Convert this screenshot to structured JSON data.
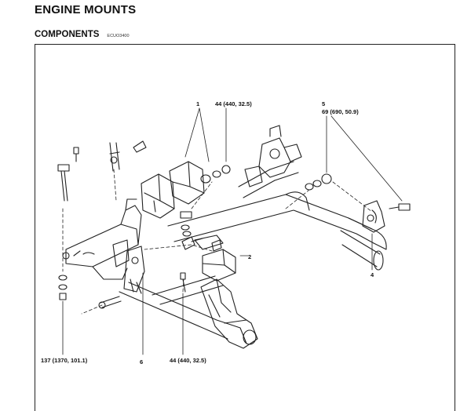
{
  "header": {
    "title": "ENGINE MOUNTS",
    "section": "COMPONENTS",
    "code": "ECUO3400"
  },
  "callouts": {
    "c1_num": "1",
    "c1_torque": "44 (440, 32.5)",
    "c5_num": "5",
    "c5_torque": "69 (690, 50.9)",
    "c2_num": "2",
    "c4_num": "4",
    "c6_num": "6",
    "left_torque": "137 (1370, 101.1)",
    "bottom_torque": "44 (440, 32.5)"
  }
}
